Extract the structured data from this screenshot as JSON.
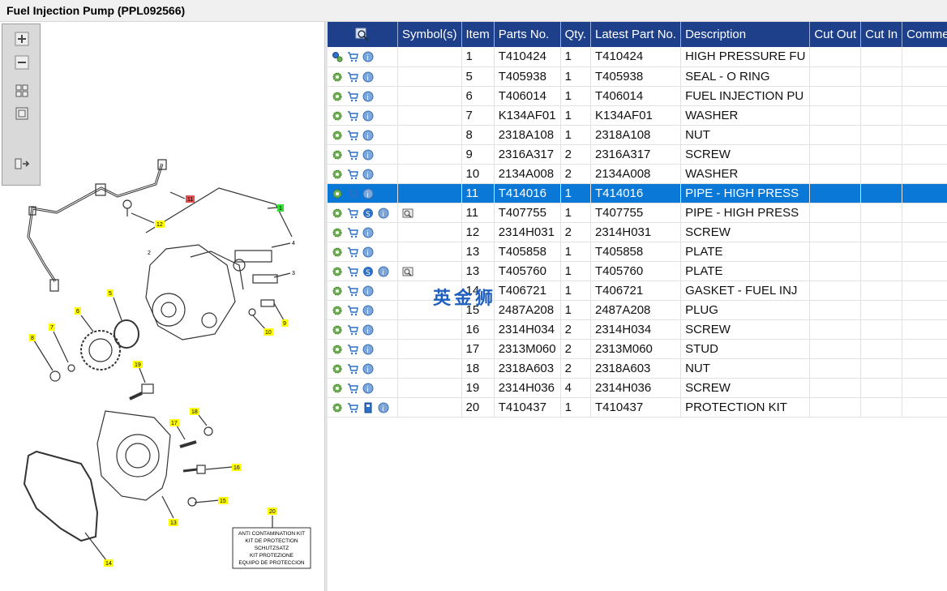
{
  "window": {
    "title": "Fuel Injection Pump (PPL092566)"
  },
  "colors": {
    "header_bg": "#1e3f8a",
    "selected_row": "#0a78d7",
    "callout_yellow": "#ffff00",
    "callout_green": "#33dd33",
    "callout_red": "#e05050"
  },
  "toolbar": {
    "buttons": [
      {
        "name": "zoom-in-icon"
      },
      {
        "name": "zoom-out-icon"
      },
      {
        "name": "fit-all-icon"
      },
      {
        "name": "fit-window-icon"
      },
      {
        "name": "export-icon"
      }
    ]
  },
  "grid": {
    "columns": [
      "",
      "Symbol(s)",
      "Item",
      "Parts No.",
      "Qty.",
      "Latest Part No.",
      "Description",
      "Cut Out",
      "Cut In",
      "Comment"
    ],
    "rows": [
      {
        "item": "1",
        "part": "T410424",
        "qty": "1",
        "latest": "T410424",
        "desc": "HIGH PRESSURE FU",
        "icons": "gears",
        "extra": false,
        "sym": false
      },
      {
        "item": "5",
        "part": "T405938",
        "qty": "1",
        "latest": "T405938",
        "desc": "SEAL - O RING",
        "icons": "gear",
        "extra": false,
        "sym": false
      },
      {
        "item": "6",
        "part": "T406014",
        "qty": "1",
        "latest": "T406014",
        "desc": "FUEL INJECTION PU",
        "icons": "gear",
        "extra": false,
        "sym": false
      },
      {
        "item": "7",
        "part": "K134AF01",
        "qty": "1",
        "latest": "K134AF01",
        "desc": "WASHER",
        "icons": "gear",
        "extra": false,
        "sym": false
      },
      {
        "item": "8",
        "part": "2318A108",
        "qty": "1",
        "latest": "2318A108",
        "desc": "NUT",
        "icons": "gear",
        "extra": false,
        "sym": false
      },
      {
        "item": "9",
        "part": "2316A317",
        "qty": "2",
        "latest": "2316A317",
        "desc": "SCREW",
        "icons": "gear",
        "extra": false,
        "sym": false
      },
      {
        "item": "10",
        "part": "2134A008",
        "qty": "2",
        "latest": "2134A008",
        "desc": "WASHER",
        "icons": "gear",
        "extra": false,
        "sym": false
      },
      {
        "item": "11",
        "part": "T414016",
        "qty": "1",
        "latest": "T414016",
        "desc": "PIPE - HIGH PRESS",
        "icons": "gear",
        "extra": false,
        "sym": false,
        "selected": true
      },
      {
        "item": "11",
        "part": "T407755",
        "qty": "1",
        "latest": "T407755",
        "desc": "PIPE - HIGH PRESS",
        "icons": "gear",
        "extra": true,
        "sym": true
      },
      {
        "item": "12",
        "part": "2314H031",
        "qty": "2",
        "latest": "2314H031",
        "desc": "SCREW",
        "icons": "gear",
        "extra": false,
        "sym": false
      },
      {
        "item": "13",
        "part": "T405858",
        "qty": "1",
        "latest": "T405858",
        "desc": "PLATE",
        "icons": "gear",
        "extra": false,
        "sym": false
      },
      {
        "item": "13",
        "part": "T405760",
        "qty": "1",
        "latest": "T405760",
        "desc": "PLATE",
        "icons": "gear",
        "extra": true,
        "sym": true
      },
      {
        "item": "14",
        "part": "T406721",
        "qty": "1",
        "latest": "T406721",
        "desc": "GASKET - FUEL INJ",
        "icons": "gear",
        "extra": false,
        "sym": false
      },
      {
        "item": "15",
        "part": "2487A208",
        "qty": "1",
        "latest": "2487A208",
        "desc": "PLUG",
        "icons": "gear",
        "extra": false,
        "sym": false
      },
      {
        "item": "16",
        "part": "2314H034",
        "qty": "2",
        "latest": "2314H034",
        "desc": "SCREW",
        "icons": "gear",
        "extra": false,
        "sym": false
      },
      {
        "item": "17",
        "part": "2313M060",
        "qty": "2",
        "latest": "2313M060",
        "desc": "STUD",
        "icons": "gear",
        "extra": false,
        "sym": false
      },
      {
        "item": "18",
        "part": "2318A603",
        "qty": "2",
        "latest": "2318A603",
        "desc": "NUT",
        "icons": "gear",
        "extra": false,
        "sym": false
      },
      {
        "item": "19",
        "part": "2314H036",
        "qty": "4",
        "latest": "2314H036",
        "desc": "SCREW",
        "icons": "gear",
        "extra": false,
        "sym": false
      },
      {
        "item": "20",
        "part": "T410437",
        "qty": "1",
        "latest": "T410437",
        "desc": "PROTECTION KIT",
        "icons": "gear",
        "extra": "book",
        "sym": false
      }
    ]
  },
  "diagram": {
    "callouts": [
      "11",
      "1",
      "12",
      "2",
      "4",
      "3",
      "5",
      "6",
      "7",
      "8",
      "9",
      "10",
      "19",
      "18",
      "17",
      "16",
      "15",
      "13",
      "14",
      "20"
    ],
    "kit_box": [
      "ANTI CONTAMINATION KIT",
      "KIT DE PROTECTION",
      "SCHUTZSATZ",
      "KIT PROTEZIONE",
      "EQUIPO DE PROTECCION"
    ]
  },
  "watermark": "英金狮"
}
